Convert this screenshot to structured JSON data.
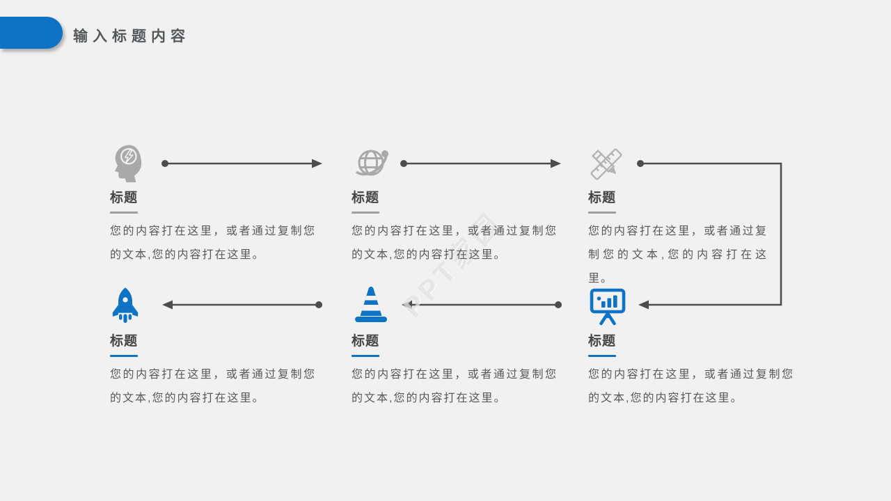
{
  "slide_title": "输入标题内容",
  "watermark_text": "PPT家园",
  "colors": {
    "accent_blue": "#0e72c5",
    "icon_gray": "#a9a9a9",
    "arrow_gray": "#4d4d4d",
    "background": "#f1f1f2",
    "title_text": "#454545",
    "body_text": "#595959"
  },
  "blocks": [
    {
      "icon": "brain-head-icon",
      "title": "标题",
      "body": "您的内容打在这里，或者通过复制您的文本,您的内容打在这里。"
    },
    {
      "icon": "globe-orbit-icon",
      "title": "标题",
      "body": "您的内容打在这里，或者通过复制您的文本,您的内容打在这里。"
    },
    {
      "icon": "pencil-ruler-icon",
      "title": "标题",
      "body": "您的内容打在这里，或者通过复制您的文本,您的内容打在这里。"
    },
    {
      "icon": "rocket-icon",
      "title": "标题",
      "body": "您的内容打在这里，或者通过复制您的文本,您的内容打在这里。"
    },
    {
      "icon": "traffic-cone-icon",
      "title": "标题",
      "body": "您的内容打在这里，或者通过复制您的文本,您的内容打在这里。"
    },
    {
      "icon": "presentation-chart-icon",
      "title": "标题",
      "body": "您的内容打在这里，或者通过复制您的文本,您的内容打在这里。"
    }
  ]
}
